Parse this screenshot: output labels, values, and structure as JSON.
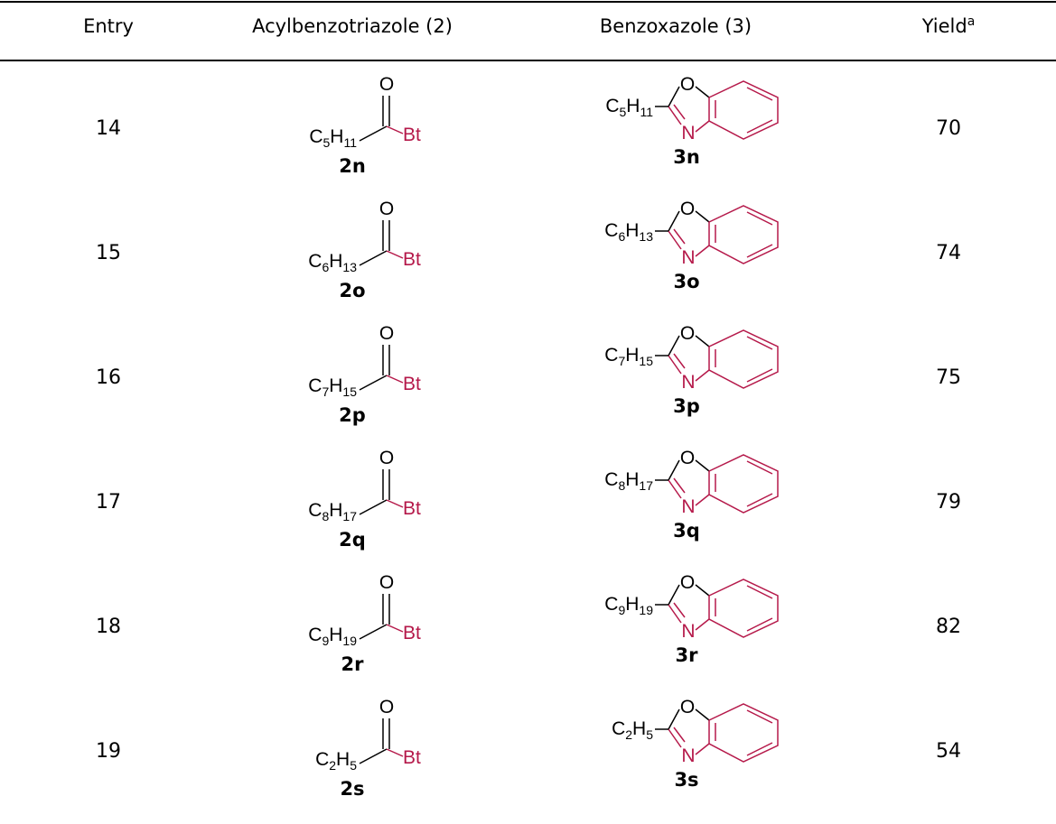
{
  "table": {
    "headers": {
      "entry": "Entry",
      "acyl": "Acylbenzotriazole (2)",
      "benz": "Benzoxazole (3)",
      "yield": "Yield",
      "yield_sup": "a"
    },
    "atoms": {
      "carbonyl_o": "O",
      "bt": "Bt",
      "ring_o": "O",
      "ring_n": "N"
    },
    "rows": [
      {
        "entry": "14",
        "c_sub": "5",
        "h_sub": "11",
        "acyl_label": "2n",
        "benz_label": "3n",
        "yield": "70"
      },
      {
        "entry": "15",
        "c_sub": "6",
        "h_sub": "13",
        "acyl_label": "2o",
        "benz_label": "3o",
        "yield": "74"
      },
      {
        "entry": "16",
        "c_sub": "7",
        "h_sub": "15",
        "acyl_label": "2p",
        "benz_label": "3p",
        "yield": "75"
      },
      {
        "entry": "17",
        "c_sub": "8",
        "h_sub": "17",
        "acyl_label": "2q",
        "benz_label": "3q",
        "yield": "79"
      },
      {
        "entry": "18",
        "c_sub": "9",
        "h_sub": "19",
        "acyl_label": "2r",
        "benz_label": "3r",
        "yield": "82"
      },
      {
        "entry": "19",
        "c_sub": "2",
        "h_sub": "5",
        "acyl_label": "2s",
        "benz_label": "3s",
        "yield": "54"
      }
    ],
    "colors": {
      "accent": "#b5194a",
      "text": "#000000"
    }
  }
}
